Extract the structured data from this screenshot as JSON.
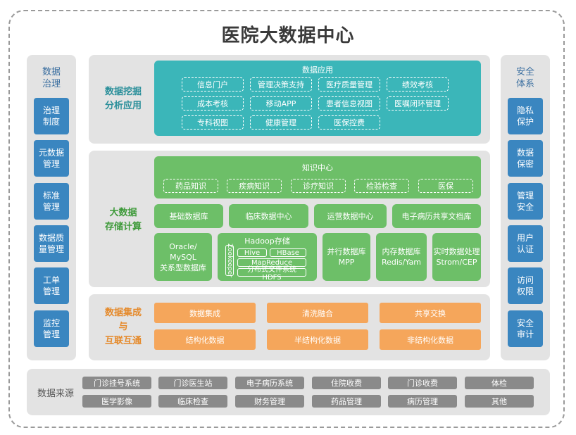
{
  "title": "医院大数据中心",
  "left_panel": {
    "title": "数据\n治理",
    "items": [
      "治理\n制度",
      "元数据\n管理",
      "标准\n管理",
      "数据质\n量管理",
      "工单\n管理",
      "监控\n管理"
    ]
  },
  "right_panel": {
    "title": "安全\n体系",
    "items": [
      "隐私\n保护",
      "数据\n保密",
      "管理\n安全",
      "用户\n认证",
      "访问\n权限",
      "安全\n审计"
    ]
  },
  "mining_layer": {
    "title": "数据挖掘\n分析应用",
    "box_title": "数据应用",
    "items": [
      "信息门户",
      "管理决策支持",
      "医疗质量管理",
      "绩效考核",
      "成本考核",
      "移动APP",
      "患者信息视图",
      "医嘱闭环管理",
      "专科视图",
      "健康管理",
      "医保控费"
    ]
  },
  "storage_layer": {
    "title": "大数据\n存储计算",
    "knowledge": {
      "title": "知识中心",
      "items": [
        "药品知识",
        "疾病知识",
        "诊疗知识",
        "检验检查",
        "医保"
      ]
    },
    "databases": [
      "基础数据库",
      "临床数据中心",
      "运营数据中心",
      "电子病历共享文档库"
    ],
    "oracle": "Oracle/\nMySQL\n关系型数据库",
    "hadoop": {
      "title": "Hadoop存储",
      "zookeeper": "Zookeeper",
      "hive": "Hive",
      "hbase": "HBase",
      "mapreduce": "MapReduce",
      "hdfs": "分布式文件系统HDFS"
    },
    "mpp": "并行数据库\nMPP",
    "memory": "内存数据库\nRedis/Yam",
    "realtime": "实时数据处理\nStrom/CEP"
  },
  "integration_layer": {
    "title": "数据集成\n与\n互联互通",
    "row1": [
      "数据集成",
      "清洗融合",
      "共享交换"
    ],
    "row2": [
      "结构化数据",
      "半结构化数据",
      "非结构化数据"
    ]
  },
  "sources": {
    "title": "数据来源",
    "row1": [
      "门诊挂号系统",
      "门诊医生站",
      "电子病历系统",
      "住院收费",
      "门诊收费",
      "体检"
    ],
    "row2": [
      "医学影像",
      "临床检查",
      "财务管理",
      "药品管理",
      "病历管理",
      "其他"
    ]
  },
  "colors": {
    "teal": "#3bb6b9",
    "green": "#6dbf68",
    "orange": "#f5a65b",
    "blue": "#3a86c0",
    "gray": "#8a8a8a",
    "mining_title": "#2a8f9a",
    "storage_title": "#3e9a3a",
    "integration_title": "#e58a2b"
  }
}
